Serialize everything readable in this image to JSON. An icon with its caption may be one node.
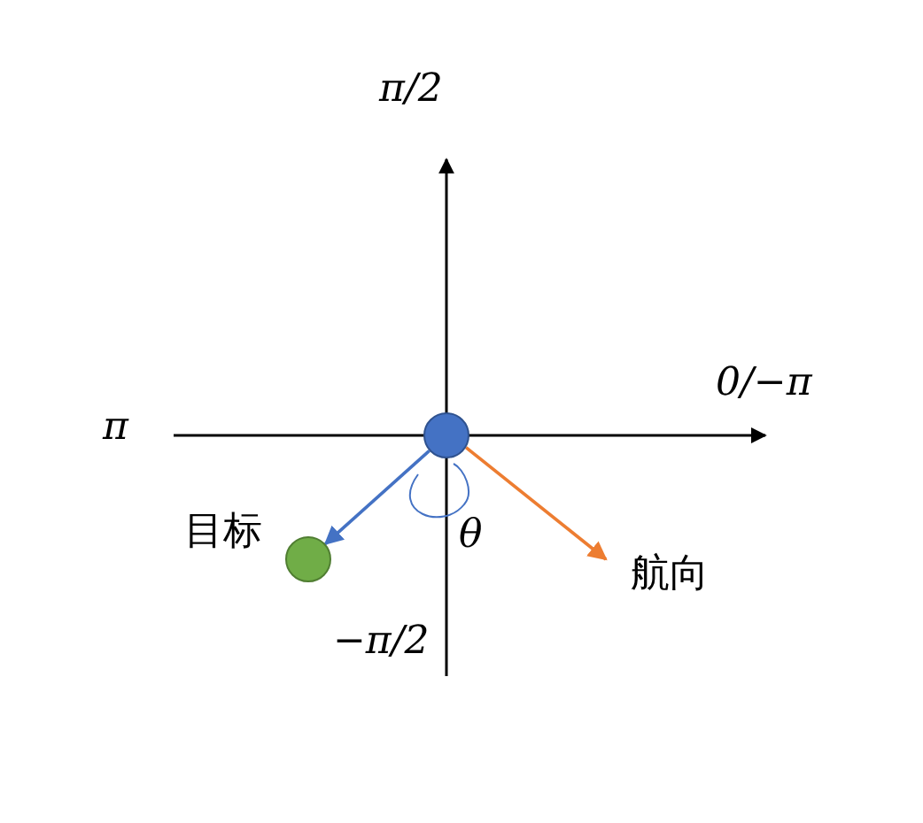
{
  "diagram": {
    "nodes": [
      {
        "text": [],
        "shape": "circle"
      },
      {
        "text": [],
        "shape": "circle",
        "beside": [
          "目标"
        ]
      },
      {
        "text": [
          "航向"
        ]
      }
    ],
    "edges": [
      {
        "from": 0,
        "to": 1,
        "arrow": "to",
        "color": "#4472c4"
      },
      {
        "from": 0,
        "to": 2,
        "arrow": "to",
        "color": "#ed7d31"
      }
    ],
    "labels": [
      "π/2",
      "π",
      "0/−π",
      "θ",
      "−π/2"
    ]
  }
}
